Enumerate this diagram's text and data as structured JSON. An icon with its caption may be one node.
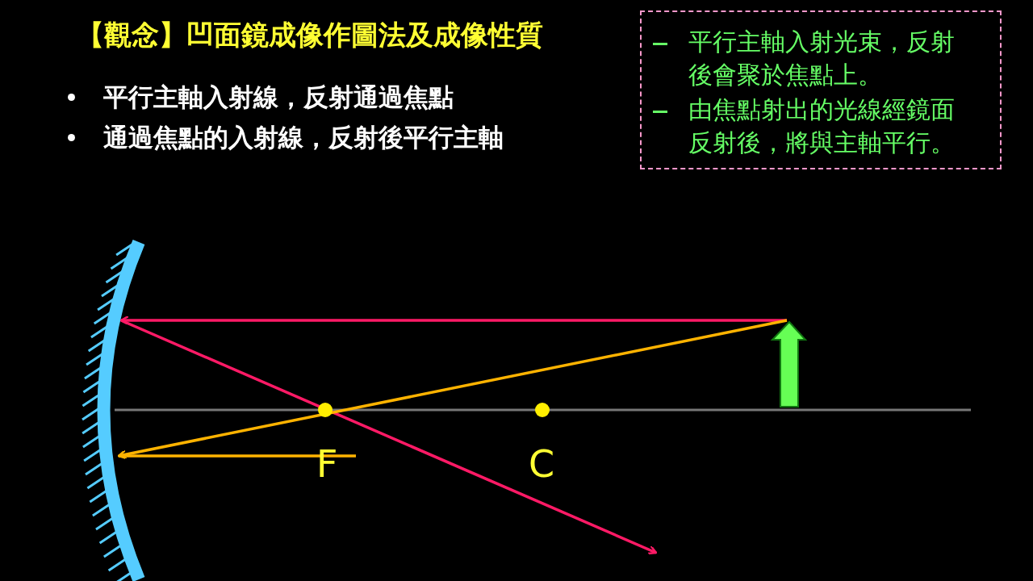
{
  "diagram": {
    "title": "【觀念】凹面鏡成像作圖法及成像性質",
    "nodes": [
      {
        "text": [
          "平行主軸入射光束，反射後會聚於焦點上。",
          "由焦點射出的光線經鏡面反射後，將與主軸平行。"
        ]
      }
    ],
    "labels": [
      "平行主軸入射線，反射通過焦點",
      "通過焦點的入射線，反射後平行主軸",
      "F",
      "C"
    ]
  }
}
